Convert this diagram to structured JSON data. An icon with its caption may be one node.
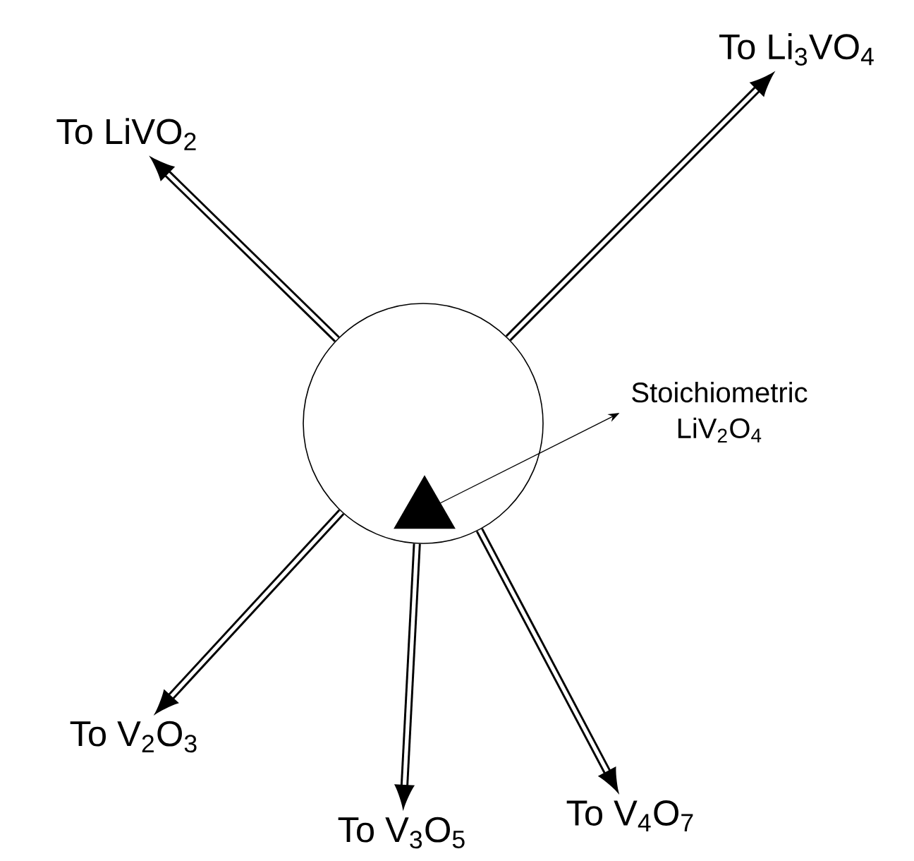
{
  "diagram": {
    "nodes": [
      {
        "text": [],
        "shape": "circle"
      },
      {
        "text": [],
        "shape": "triangle",
        "in": 0
      },
      {
        "text": [
          "To Li$_{3}$VO$_{4}$"
        ]
      },
      {
        "text": [
          "To LiVO$_{2}$"
        ]
      },
      {
        "text": [
          "Stoichiometric LiV$_{2}$O$_{4}$"
        ]
      },
      {
        "text": [
          "To V$_{2}$O$_{3}$"
        ]
      },
      {
        "text": [
          "To V$_{4}$O$_{7}$"
        ]
      },
      {
        "text": [
          "To V$_{3}$O$_{5}$"
        ]
      }
    ],
    "edges": [
      {
        "from": 0,
        "to": 2,
        "arrow": "to"
      },
      {
        "from": 0,
        "to": 3,
        "arrow": "to"
      },
      {
        "from": 1,
        "to": 4,
        "arrow": "to"
      },
      {
        "from": 0,
        "to": 5,
        "arrow": "to"
      },
      {
        "from": 0,
        "to": 6,
        "arrow": "to"
      },
      {
        "from": 0,
        "to": 7,
        "arrow": "to"
      }
    ]
  }
}
